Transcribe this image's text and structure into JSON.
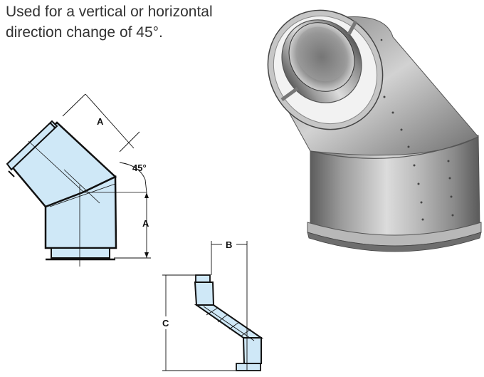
{
  "caption": {
    "line1": "Used for a vertical or horizontal",
    "line2": "direction change of 45°."
  },
  "elbow_diagram": {
    "dim_a_top": "A",
    "angle_label": "45°",
    "dim_a_right": "A"
  },
  "offset_diagram": {
    "dim_b": "B",
    "dim_c": "C"
  },
  "colors": {
    "fill": "#cfe8f7",
    "line": "#111111"
  },
  "photo": {
    "icon": "elbow-pipe-photo"
  }
}
